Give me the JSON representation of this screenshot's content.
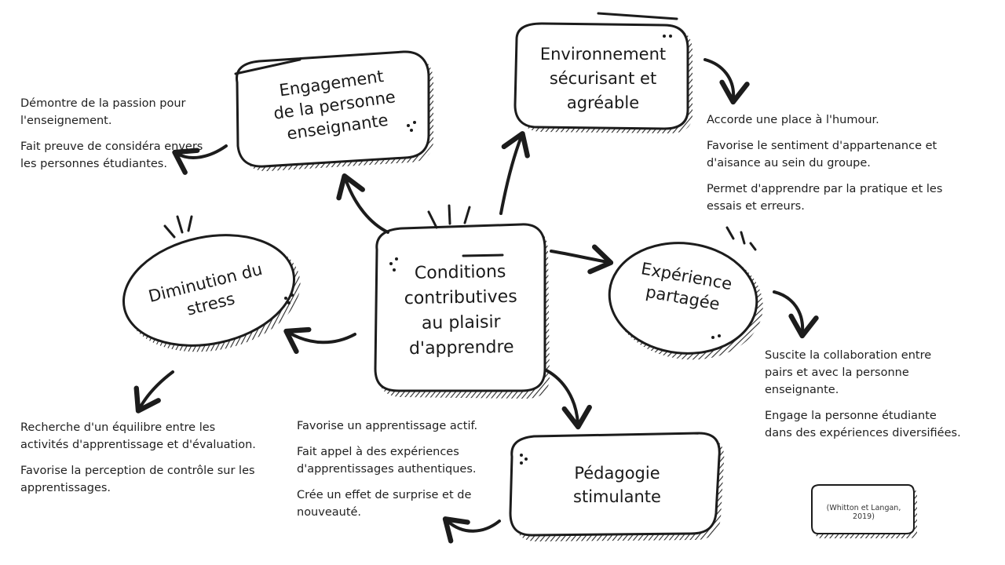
{
  "nodes": {
    "center": [
      "Conditions",
      "contributives",
      "au plaisir",
      "d'apprendre"
    ],
    "engagement": [
      "Engagement",
      "de la personne",
      "enseignante"
    ],
    "environnement": [
      "Environnement",
      "sécurisant et",
      "agréable"
    ],
    "experience": [
      "Expérience",
      "partagée"
    ],
    "pedagogie": [
      "Pédagogie",
      "stimulante"
    ],
    "stress": [
      "Diminution du",
      "stress"
    ]
  },
  "notes": {
    "engagement": [
      "Démontre de la passion pour l'enseignement.",
      "Fait preuve de considéra envers les personnes étudiantes."
    ],
    "environnement": [
      "Accorde une place à l'humour.",
      "Favorise le sentiment d'appartenance et d'aisance au sein du groupe.",
      "Permet d'apprendre par la pratique et les essais et erreurs."
    ],
    "experience": [
      "Suscite la collaboration entre pairs et avec la personne enseignante.",
      "Engage la personne étudiante dans des expériences diversifiées."
    ],
    "pedagogie": [
      "Favorise un apprentissage actif.",
      "Fait appel à des expériences d'apprentissages authentiques.",
      "Crée un effet de surprise et de nouveauté."
    ],
    "stress": [
      "Recherche d'un équilibre entre les activités d'apprentissage et d'évaluation.",
      "Favorise la perception de contrôle sur les apprentissages."
    ]
  },
  "citation": "(Whitton et Langan, 2019)",
  "colors": {
    "ink": "#1c1c1c",
    "hatch": "#2a2a2a",
    "paper": "#ffffff"
  }
}
